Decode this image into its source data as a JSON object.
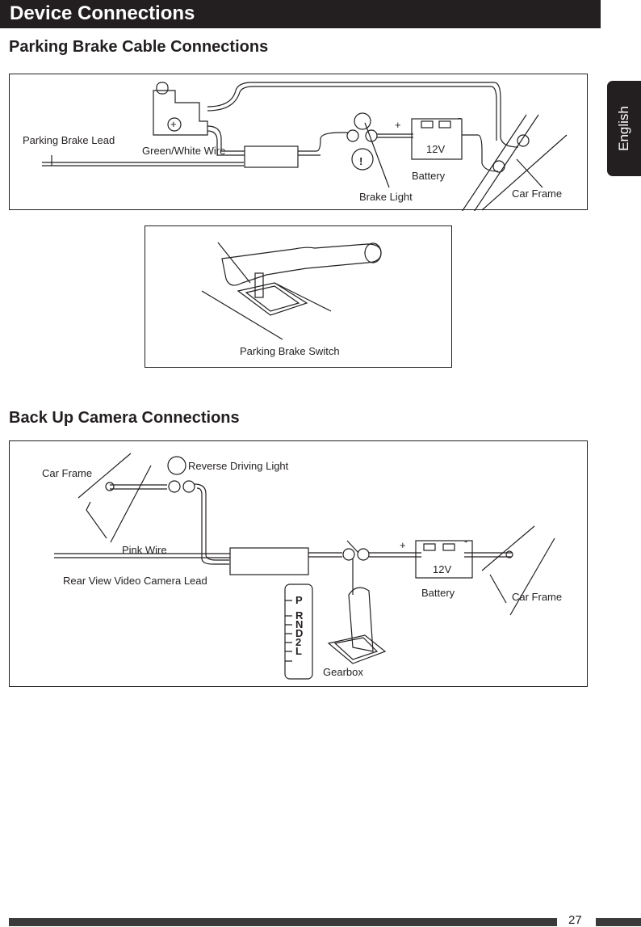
{
  "header": {
    "title": "Device Connections"
  },
  "language_tab": "English",
  "sections": {
    "parking": {
      "heading": "Parking Brake Cable Connections",
      "labels": {
        "lead": "Parking Brake Lead",
        "wire": "Green/White Wire",
        "brake_light": "Brake Light",
        "battery": "Battery",
        "voltage": "12V",
        "plus": "+",
        "minus": "-",
        "frame": "Car Frame"
      },
      "switch_label": "Parking Brake Switch"
    },
    "camera": {
      "heading": "Back Up Camera Connections",
      "labels": {
        "frame_left": "Car Frame",
        "reverse_light": "Reverse Driving Light",
        "pink_wire": "Pink Wire",
        "camera_lead": "Rear View Video Camera Lead",
        "gearbox": "Gearbox",
        "battery": "Battery",
        "voltage": "12V",
        "plus": "+",
        "minus": "-",
        "frame_right": "Car Frame",
        "gears": [
          "P",
          "R",
          "N",
          "D",
          "2",
          "L"
        ]
      }
    }
  },
  "footer": {
    "page_number": "27"
  }
}
